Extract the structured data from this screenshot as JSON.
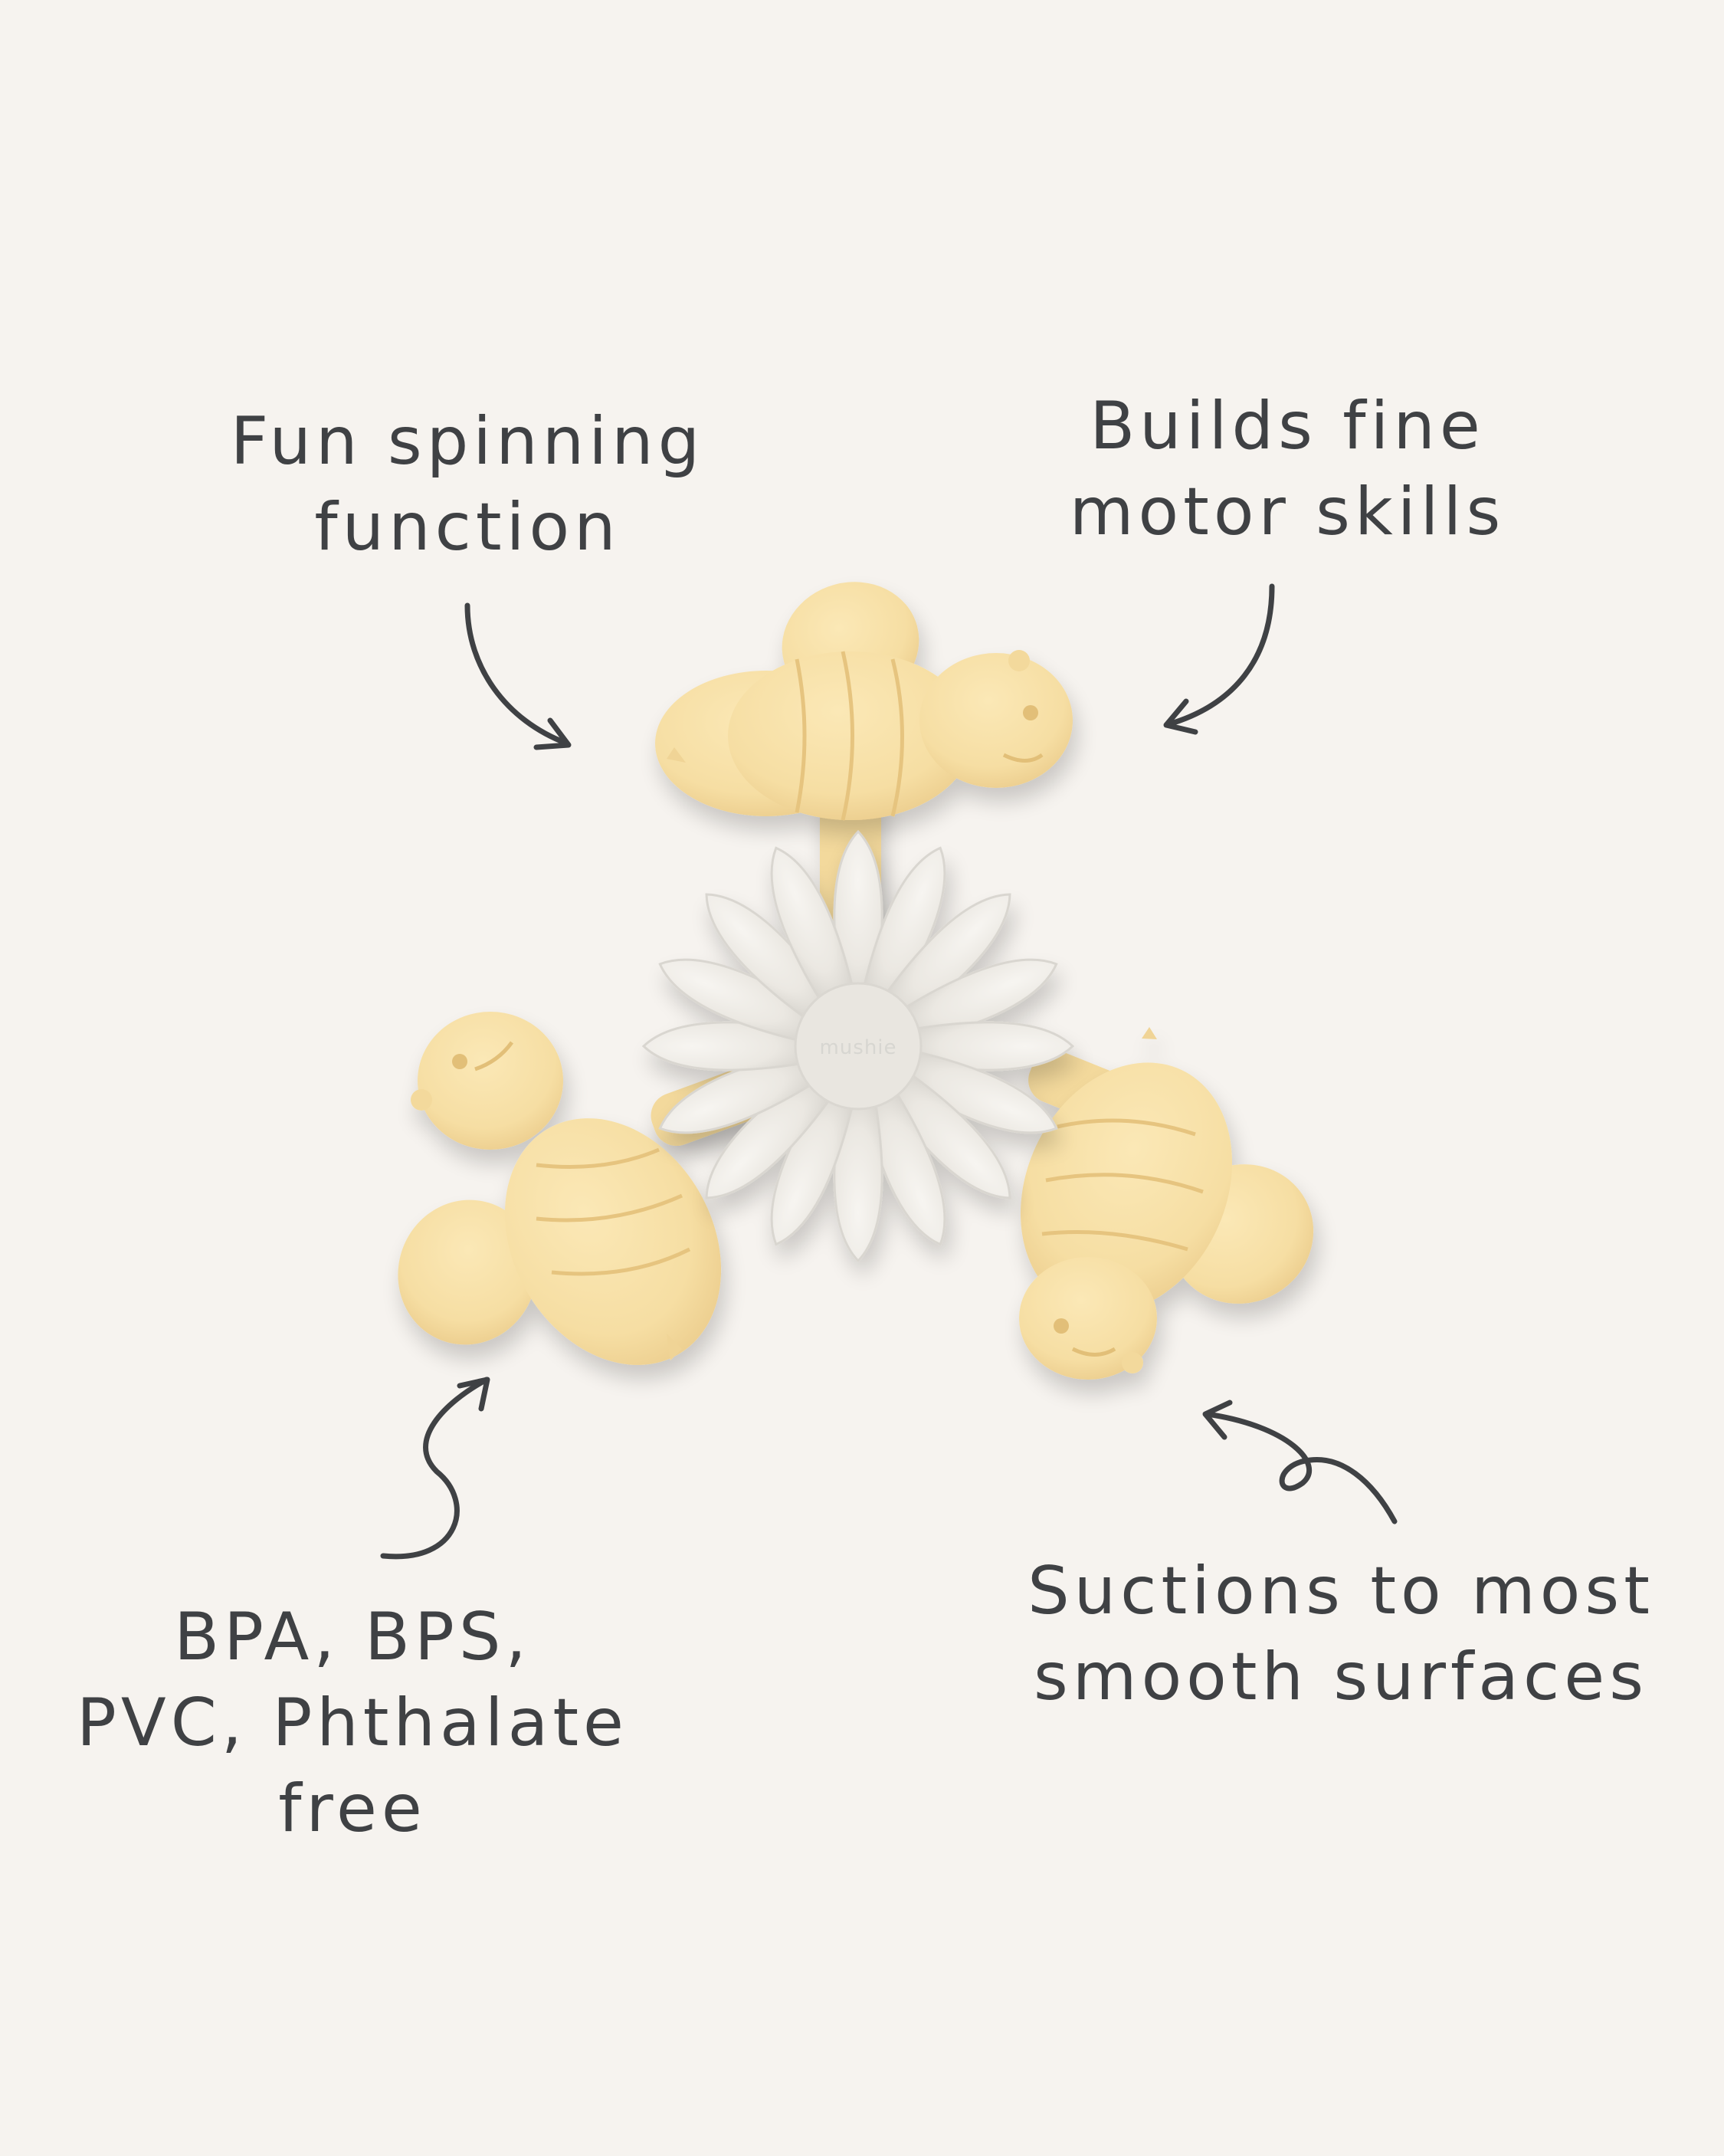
{
  "callouts": {
    "spin": {
      "lines": [
        "Fun spinning",
        "function"
      ]
    },
    "motor": {
      "lines": [
        "Builds fine",
        "motor skills"
      ]
    },
    "safety": {
      "lines": [
        "BPA, BPS,",
        "PVC, Phthalate",
        "free"
      ]
    },
    "suction": {
      "lines": [
        "Suctions to most",
        "smooth surfaces"
      ]
    }
  },
  "product": {
    "brand_mark": "mushie"
  },
  "colors": {
    "background": "#f6f3ef",
    "bee": "#f6dea3",
    "bee_shadow": "#e9c985",
    "flower": "#ece9e3",
    "flower_shadow": "#d4d1cb",
    "ink": "#3f4144"
  },
  "icons": {
    "arrows": [
      "curved-arrow-icon",
      "curved-arrow-icon",
      "curved-arrow-icon",
      "curved-arrow-icon"
    ]
  }
}
